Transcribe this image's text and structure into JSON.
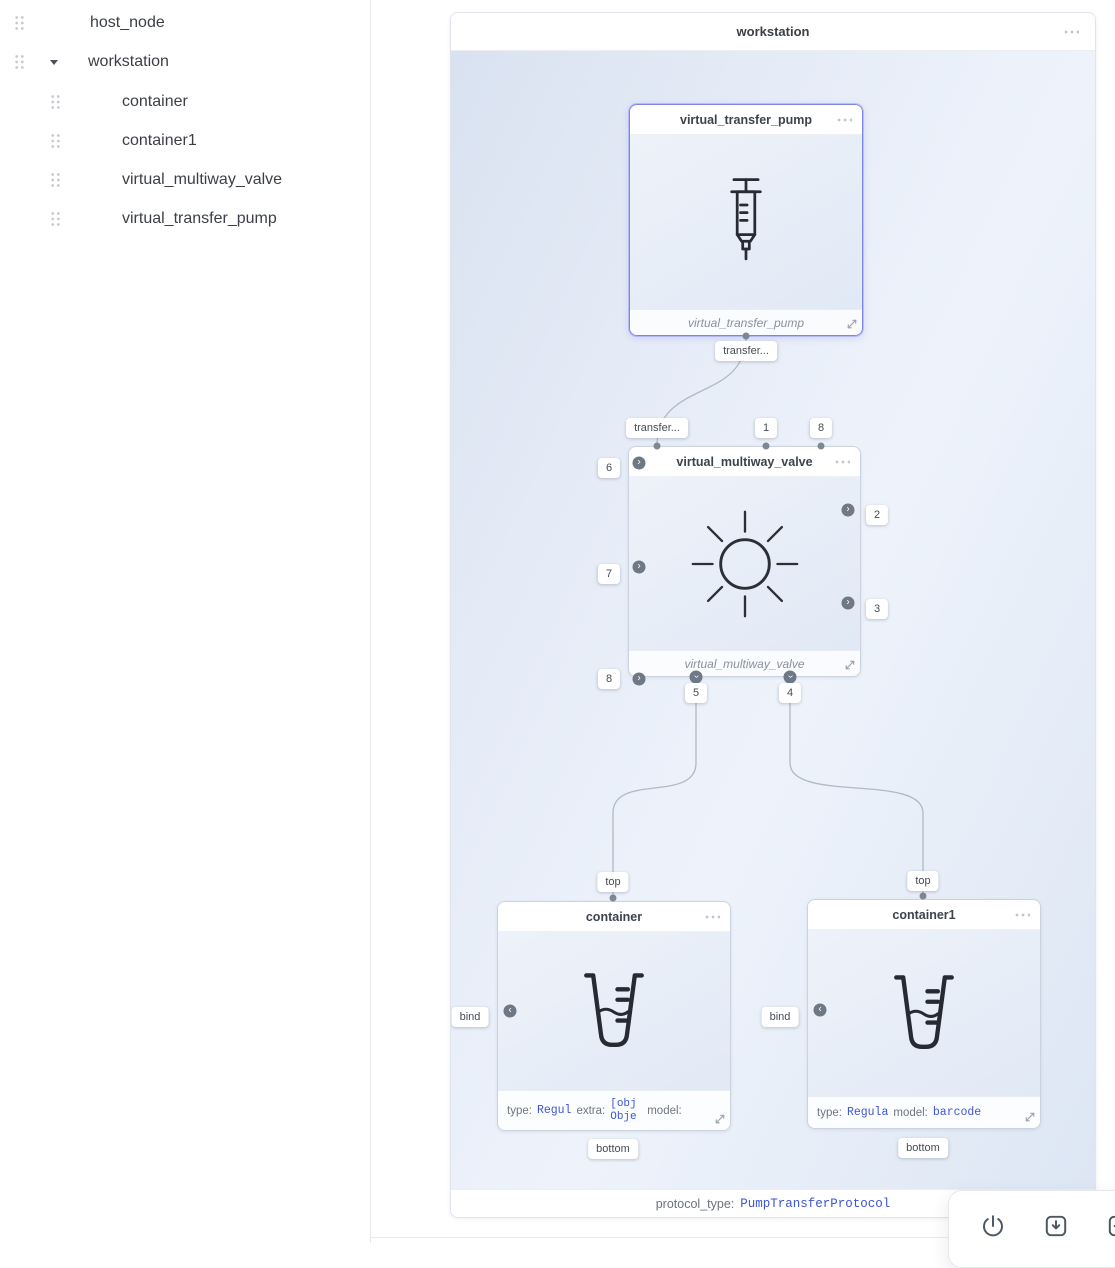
{
  "sidebar": {
    "items": [
      {
        "label": "host_node"
      },
      {
        "label": "workstation"
      },
      {
        "label": "container"
      },
      {
        "label": "container1"
      },
      {
        "label": "virtual_multiway_valve"
      },
      {
        "label": "virtual_transfer_pump"
      }
    ]
  },
  "panel": {
    "title": "workstation",
    "footer": {
      "label": "protocol_type:",
      "value": "PumpTransferProtocol"
    }
  },
  "nodes": {
    "pump": {
      "title": "virtual_transfer_pump",
      "footer_label": "virtual_transfer_pump",
      "ports": {
        "bottom": "transfer..."
      }
    },
    "valve": {
      "title": "virtual_multiway_valve",
      "footer_label": "virtual_multiway_valve",
      "ports": {
        "transfer": "transfer...",
        "t1": "1",
        "t8": "8",
        "l6": "6",
        "l7": "7",
        "l8": "8",
        "r2": "2",
        "r3": "3",
        "b5": "5",
        "b4": "4"
      }
    },
    "container": {
      "title": "container",
      "ports": {
        "top": "top",
        "bind": "bind",
        "bottom": "bottom"
      },
      "props": {
        "type_label": "type:",
        "type_value": "Regul",
        "extra_label": "extra:",
        "extra_value": "[obj Obje",
        "model_label": "model:"
      }
    },
    "container1": {
      "title": "container1",
      "ports": {
        "top": "top",
        "bind": "bind",
        "bottom": "bottom"
      },
      "props": {
        "type_label": "type:",
        "type_value": "Regula",
        "model_label": "model:",
        "model_value": "barcode"
      }
    }
  },
  "colors": {
    "accent_blue": "#3c55d4",
    "selected_border": "#7e85e6",
    "canvas_tint": "#e6ecf7"
  }
}
